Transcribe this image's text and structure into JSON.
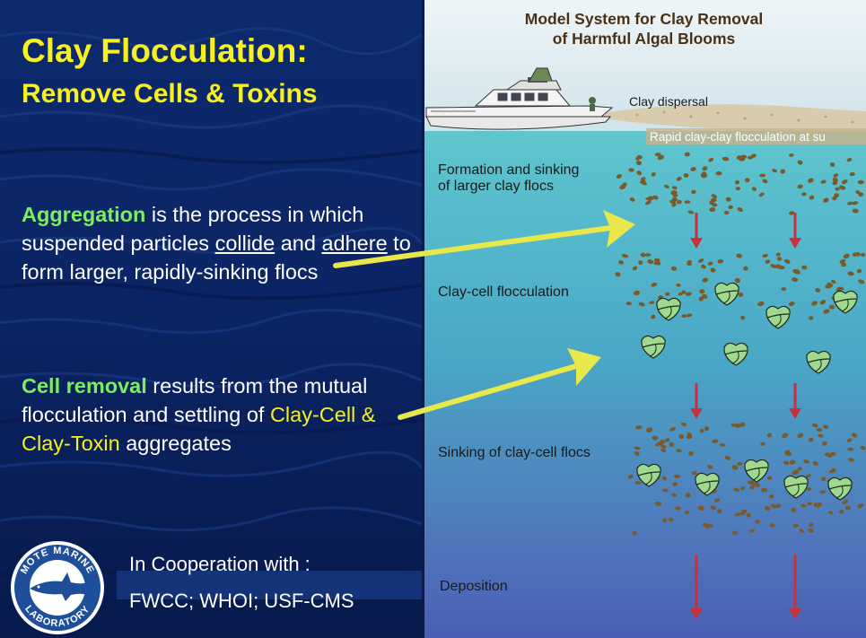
{
  "left": {
    "title_line1": "Clay Flocculation:",
    "title_line2": "Remove Cells & Toxins",
    "aggregation": {
      "term": "Aggregation",
      "text1": " is the process in which suspended particles ",
      "collide": "collide",
      "and": " and ",
      "adhere": "adhere",
      "text2": " to form larger, rapidly-sinking flocs"
    },
    "cell_removal": {
      "term": "Cell removal",
      "text1": " results from the mutual flocculation and settling of ",
      "highlight": "Clay-Cell & Clay-Toxin",
      "text2": " aggregates"
    },
    "cooperation_label": "In Cooperation with :",
    "cooperation_partners": "FWCC; WHOI; USF-CMS",
    "logo": {
      "top_text": "MOTE MARINE",
      "bottom_text": "LABORATORY",
      "icon": "shark-icon"
    }
  },
  "diagram": {
    "title_line1": "Model System for Clay Removal",
    "title_line2": "of Harmful Algal Blooms",
    "clay_dispersal": "Clay dispersal",
    "surface_label": "Rapid clay-clay flocculation at su",
    "stage1_line1": "Formation and sinking",
    "stage1_line2": "of larger clay flocs",
    "stage2": "Clay-cell flocculation",
    "stage3": "Sinking of clay-cell flocs",
    "stage4": "Deposition"
  },
  "colors": {
    "title_yellow": "#f6f01e",
    "term_green": "#7bef5f",
    "arrow_yellow": "#e8e84a",
    "clay_brown": "#7a5a2a",
    "cell_green": "#9fd88f",
    "down_arrow_red": "#c8303a"
  }
}
